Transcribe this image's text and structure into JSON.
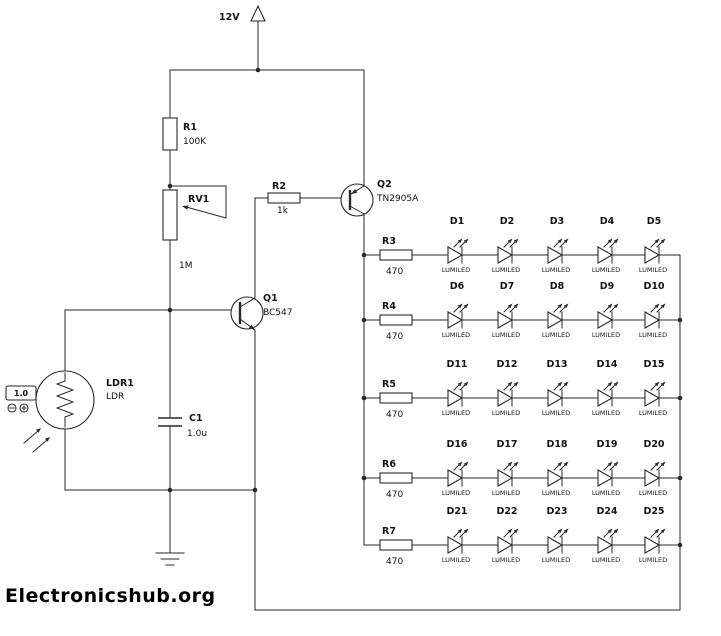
{
  "power": {
    "label": "12V"
  },
  "watermark": "Electronicshub.org",
  "components": {
    "r1": {
      "name": "R1",
      "value": "100K"
    },
    "rv1": {
      "name": "RV1",
      "value": "1M"
    },
    "r2": {
      "name": "R2",
      "value": "1k"
    },
    "q1": {
      "name": "Q1",
      "value": "BC547"
    },
    "q2": {
      "name": "Q2",
      "value": "TN2905A"
    },
    "ldr1": {
      "name": "LDR1",
      "value": "LDR"
    },
    "c1": {
      "name": "C1",
      "value": "1.0u"
    },
    "probe": {
      "value": "1.0"
    }
  },
  "led_array": {
    "rows": [
      {
        "resistor": {
          "name": "R3",
          "value": "470"
        },
        "leds": [
          {
            "name": "D1",
            "label": "LUMILED"
          },
          {
            "name": "D2",
            "label": "LUMILED"
          },
          {
            "name": "D3",
            "label": "LUMILED"
          },
          {
            "name": "D4",
            "label": "LUMILED"
          },
          {
            "name": "D5",
            "label": "LUMILED"
          }
        ]
      },
      {
        "resistor": {
          "name": "R4",
          "value": "470"
        },
        "leds": [
          {
            "name": "D6",
            "label": "LUMILED"
          },
          {
            "name": "D7",
            "label": "LUMILED"
          },
          {
            "name": "D8",
            "label": "LUMILED"
          },
          {
            "name": "D9",
            "label": "LUMILED"
          },
          {
            "name": "D10",
            "label": "LUMILED"
          }
        ]
      },
      {
        "resistor": {
          "name": "R5",
          "value": "470"
        },
        "leds": [
          {
            "name": "D11",
            "label": "LUMILED"
          },
          {
            "name": "D12",
            "label": "LUMILED"
          },
          {
            "name": "D13",
            "label": "LUMILED"
          },
          {
            "name": "D14",
            "label": "LUMILED"
          },
          {
            "name": "D15",
            "label": "LUMILED"
          }
        ]
      },
      {
        "resistor": {
          "name": "R6",
          "value": "470"
        },
        "leds": [
          {
            "name": "D16",
            "label": "LUMILED"
          },
          {
            "name": "D17",
            "label": "LUMILED"
          },
          {
            "name": "D18",
            "label": "LUMILED"
          },
          {
            "name": "D19",
            "label": "LUMILED"
          },
          {
            "name": "D20",
            "label": "LUMILED"
          }
        ]
      },
      {
        "resistor": {
          "name": "R7",
          "value": "470"
        },
        "leds": [
          {
            "name": "D21",
            "label": "LUMILED"
          },
          {
            "name": "D22",
            "label": "LUMILED"
          },
          {
            "name": "D23",
            "label": "LUMILED"
          },
          {
            "name": "D24",
            "label": "LUMILED"
          },
          {
            "name": "D25",
            "label": "LUMILED"
          }
        ]
      }
    ]
  }
}
